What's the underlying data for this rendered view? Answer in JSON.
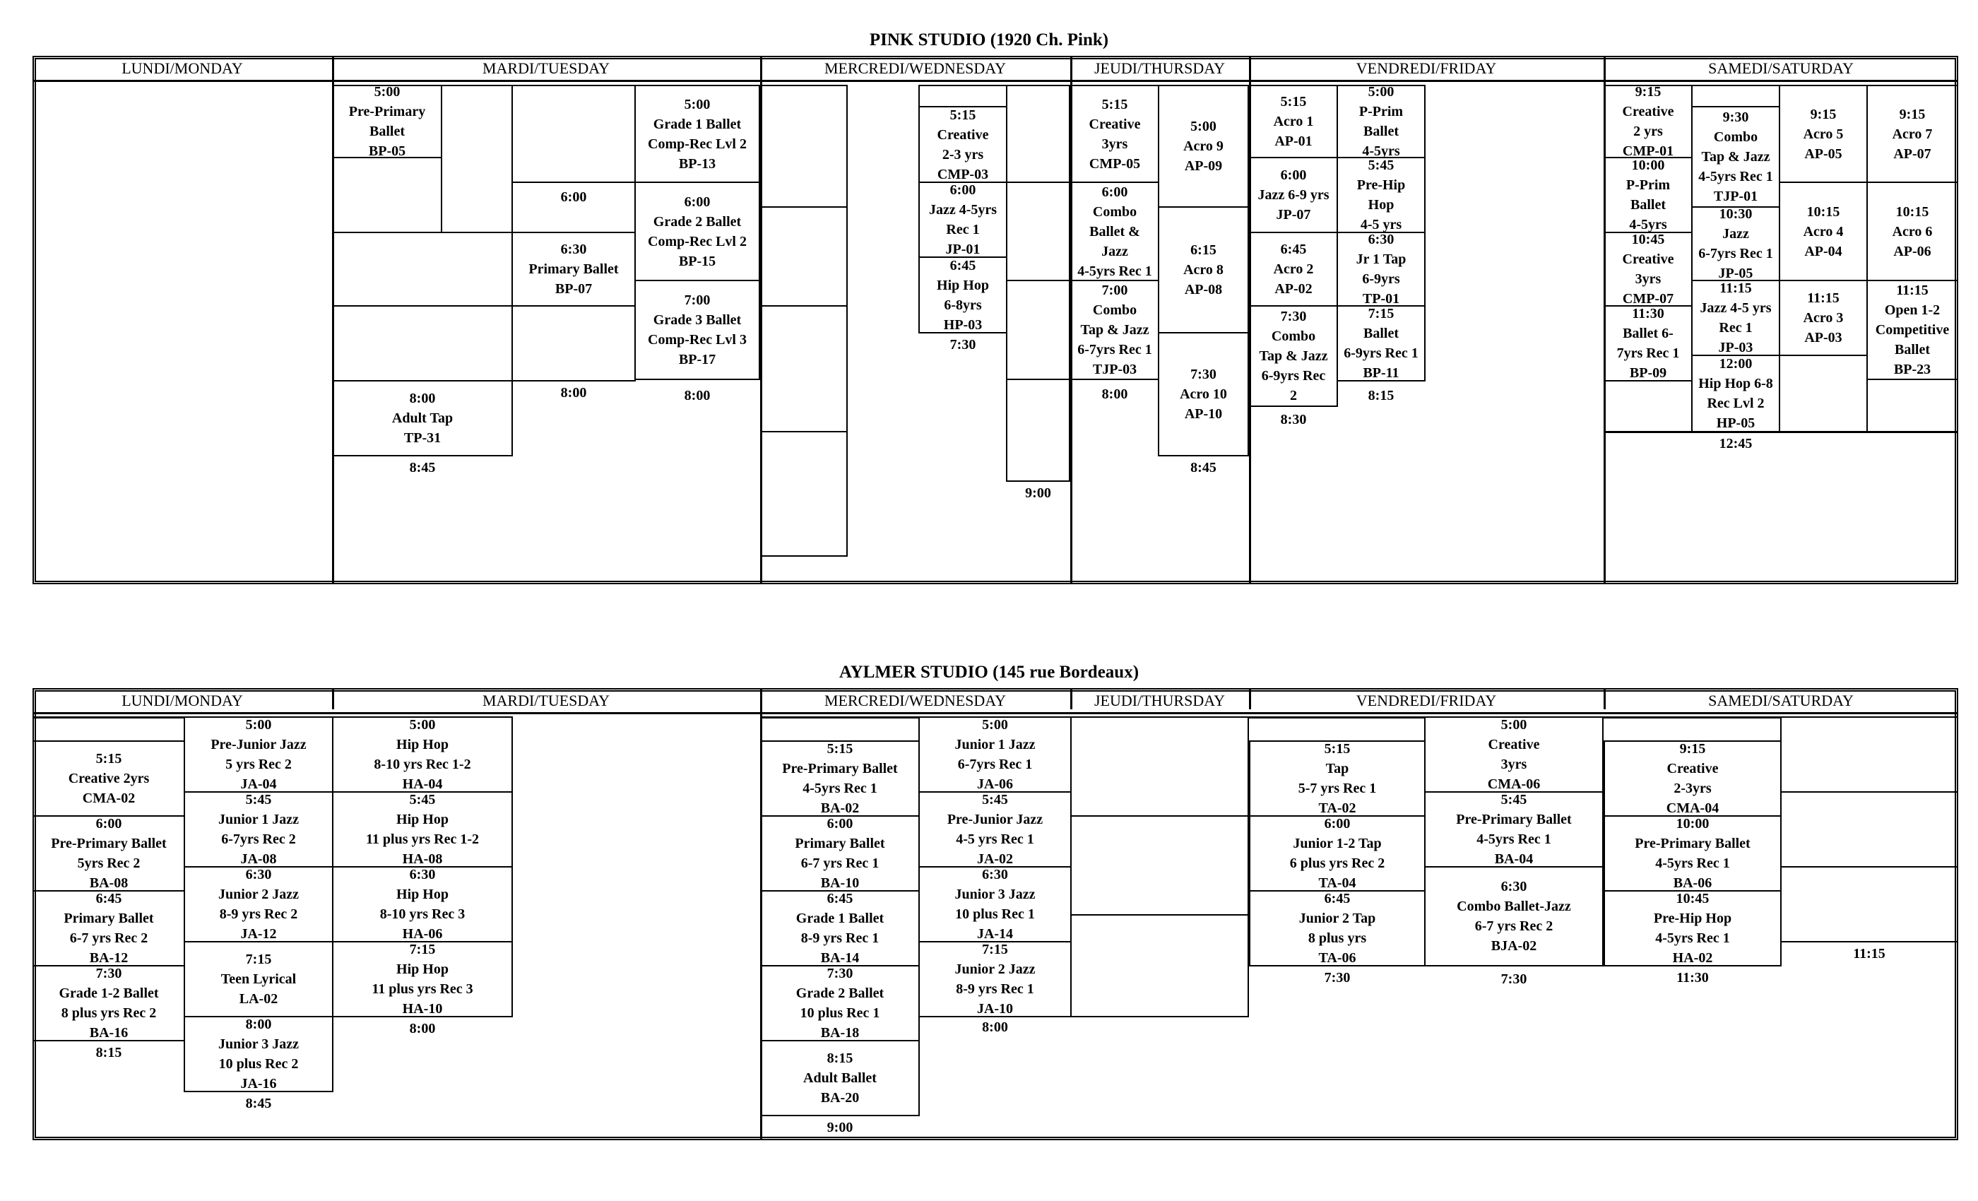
{
  "pink": {
    "title": "PINK STUDIO (1920 Ch. Pink)",
    "days": [
      "LUNDI/MONDAY",
      "MARDI/TUESDAY",
      "MERCREDI/WEDNESDAY",
      "JEUDI/THURSDAY",
      "VENDREDI/FRIDAY",
      "SAMEDI/SATURDAY"
    ],
    "classes": [
      {
        "lines": [
          "5:00",
          "Pre-Primary",
          "Ballet",
          "BP-05"
        ]
      },
      {
        "lines": []
      },
      {
        "lines": []
      },
      {
        "lines": [
          "5:00",
          "Grade 1 Ballet",
          "Comp-Rec Lvl 2",
          "BP-13"
        ]
      },
      {
        "lines": [
          "6:00"
        ]
      },
      {
        "lines": [
          "6:00",
          "Grade 2 Ballet",
          "Comp-Rec Lvl 2",
          "BP-15"
        ]
      },
      {
        "lines": []
      },
      {
        "lines": [
          "6:30",
          "Primary Ballet",
          "BP-07"
        ]
      },
      {
        "lines": [
          "7:00",
          "Grade 3 Ballet",
          "Comp-Rec Lvl 3",
          "BP-17"
        ]
      },
      {
        "lines": []
      },
      {
        "lines": []
      },
      {
        "lines": [
          "8:00",
          "Adult Tap",
          "TP-31"
        ]
      },
      {
        "lines": []
      },
      {
        "lines": []
      },
      {
        "lines": []
      },
      {
        "lines": []
      },
      {
        "lines": []
      },
      {
        "lines": []
      },
      {
        "lines": [
          "5:15",
          "Creative",
          "2-3 yrs",
          "CMP-03"
        ]
      },
      {
        "lines": [
          "6:00",
          "Jazz 4-5yrs",
          "Rec 1",
          "JP-01"
        ]
      },
      {
        "lines": [
          "6:45",
          "Hip Hop",
          "6-8yrs",
          "HP-03"
        ]
      },
      {
        "lines": []
      },
      {
        "lines": []
      },
      {
        "lines": []
      },
      {
        "lines": []
      },
      {
        "lines": [
          "5:15",
          "Creative",
          "3yrs",
          "CMP-05"
        ]
      },
      {
        "lines": [
          "6:00",
          "Combo",
          "Ballet  &",
          "Jazz",
          "4-5yrs Rec 1"
        ]
      },
      {
        "lines": [
          "7:00",
          "Combo",
          "Tap  & Jazz",
          "6-7yrs Rec 1",
          "TJP-03"
        ]
      },
      {
        "lines": [
          "5:00",
          "Acro 9",
          "AP-09"
        ]
      },
      {
        "lines": [
          "6:15",
          "Acro 8",
          "AP-08"
        ]
      },
      {
        "lines": [
          "7:30",
          "Acro 10",
          "AP-10"
        ]
      },
      {
        "lines": [
          "5:15",
          "Acro 1",
          "AP-01"
        ]
      },
      {
        "lines": [
          "6:00",
          "Jazz 6-9 yrs",
          "JP-07"
        ]
      },
      {
        "lines": [
          "6:45",
          "Acro 2",
          "AP-02"
        ]
      },
      {
        "lines": [
          "7:30",
          "Combo",
          "Tap & Jazz",
          "6-9yrs  Rec",
          "2"
        ]
      },
      {
        "lines": [
          "5:00",
          "P-Prim",
          "Ballet",
          "4-5yrs"
        ]
      },
      {
        "lines": [
          "5:45",
          "Pre-Hip",
          "Hop",
          "4-5 yrs"
        ]
      },
      {
        "lines": [
          "6:30",
          "Jr 1 Tap",
          "6-9yrs",
          "TP-01"
        ]
      },
      {
        "lines": [
          "7:15",
          "Ballet",
          "6-9yrs Rec 1",
          "BP-11"
        ]
      },
      {
        "lines": [
          "9:15",
          "Creative",
          "2 yrs",
          "CMP-01"
        ]
      },
      {
        "lines": [
          "10:00",
          "P-Prim",
          "Ballet",
          "4-5yrs"
        ]
      },
      {
        "lines": [
          "10:45",
          "Creative",
          "3yrs",
          "CMP-07"
        ]
      },
      {
        "lines": [
          "11:30",
          "Ballet 6-",
          "7yrs Rec 1",
          "BP-09"
        ]
      },
      {
        "lines": []
      },
      {
        "lines": []
      },
      {
        "lines": [
          "9:30",
          "Combo",
          "Tap & Jazz",
          "4-5yrs Rec 1",
          "TJP-01"
        ]
      },
      {
        "lines": [
          "10:30",
          "Jazz",
          "6-7yrs Rec 1",
          "JP-05"
        ]
      },
      {
        "lines": [
          "11:15",
          "Jazz 4-5 yrs",
          "Rec 1",
          "JP-03"
        ]
      },
      {
        "lines": [
          "12:00",
          "Hip Hop 6-8",
          "Rec Lvl 2",
          "HP-05"
        ]
      },
      {
        "lines": [
          "9:15",
          "Acro 5",
          "AP-05"
        ]
      },
      {
        "lines": [
          "10:15",
          "Acro 4",
          "AP-04"
        ]
      },
      {
        "lines": [
          "11:15",
          "Acro 3",
          "AP-03"
        ]
      },
      {
        "lines": [
          "9:15",
          "Acro 7",
          "AP-07"
        ]
      },
      {
        "lines": [
          "10:15",
          "Acro 6",
          "AP-06"
        ]
      },
      {
        "lines": [
          "11:15",
          "Open 1-2",
          "Competitive",
          "Ballet",
          "BP-23"
        ]
      },
      {
        "lines": []
      }
    ],
    "end_times": [
      "8:45",
      "8:00",
      "8:00",
      "7:30",
      "9:00",
      "8:00",
      "8:45",
      "8:30",
      "8:15",
      "12:45"
    ]
  },
  "aylmer": {
    "title": "AYLMER STUDIO (145 rue Bordeaux)",
    "days": [
      "LUNDI/MONDAY",
      "MARDI/TUESDAY",
      "MERCREDI/WEDNESDAY",
      "JEUDI/THURSDAY",
      "VENDREDI/FRIDAY",
      "SAMEDI/SATURDAY"
    ],
    "classes": [
      {
        "lines": [
          "5:15",
          "Creative      2yrs",
          "CMA-02"
        ]
      },
      {
        "lines": [
          "6:00",
          "Pre-Primary Ballet",
          "5yrs Rec 2",
          "BA-08"
        ]
      },
      {
        "lines": [
          "6:45",
          "Primary Ballet",
          "6-7 yrs Rec 2",
          "BA-12"
        ]
      },
      {
        "lines": [
          "7:30",
          "Grade 1-2 Ballet",
          "8 plus yrs Rec 2",
          "BA-16"
        ]
      },
      {
        "lines": [
          "5:00",
          "Pre-Junior Jazz",
          "5 yrs  Rec 2",
          "JA-04"
        ]
      },
      {
        "lines": [
          "5:45",
          "Junior 1 Jazz",
          "6-7yrs  Rec 2",
          "JA-08"
        ]
      },
      {
        "lines": [
          "6:30",
          "Junior 2 Jazz",
          "8-9 yrs Rec 2",
          "JA-12"
        ]
      },
      {
        "lines": [
          "7:15",
          "Teen Lyrical",
          "LA-02"
        ]
      },
      {
        "lines": [
          "8:00",
          "Junior 3 Jazz",
          "10 plus  Rec 2",
          "JA-16"
        ]
      },
      {
        "lines": [
          "5:00",
          "Hip Hop",
          "8-10 yrs Rec 1-2",
          "HA-04"
        ]
      },
      {
        "lines": [
          "5:45",
          "Hip Hop",
          "11 plus yrs Rec 1-2",
          "HA-08"
        ]
      },
      {
        "lines": [
          "6:30",
          "Hip Hop",
          "8-10 yrs Rec 3",
          "HA-06"
        ]
      },
      {
        "lines": [
          "7:15",
          "Hip Hop",
          "11 plus yrs Rec 3",
          "HA-10"
        ]
      },
      {
        "lines": [
          "5:15",
          "Pre-Primary Ballet",
          "4-5yrs Rec 1",
          "BA-02"
        ]
      },
      {
        "lines": [
          "6:00",
          "Primary Ballet",
          "6-7 yrs Rec 1",
          "BA-10"
        ]
      },
      {
        "lines": [
          "6:45",
          "Grade 1 Ballet",
          "8-9 yrs Rec 1",
          "BA-14"
        ]
      },
      {
        "lines": [
          "7:30",
          "Grade 2 Ballet",
          "10 plus Rec 1",
          "BA-18"
        ]
      },
      {
        "lines": [
          "8:15",
          "Adult Ballet",
          "BA-20"
        ]
      },
      {
        "lines": [
          "5:00",
          "Junior 1 Jazz",
          "6-7yrs Rec 1",
          "JA-06"
        ]
      },
      {
        "lines": [
          "5:45",
          "Pre-Junior Jazz",
          "4-5 yrs Rec 1",
          "JA-02"
        ]
      },
      {
        "lines": [
          "6:30",
          "Junior 3 Jazz",
          "10 plus Rec 1",
          "JA-14"
        ]
      },
      {
        "lines": [
          "7:15",
          "Junior 2 Jazz",
          "8-9 yrs Rec 1",
          "JA-10"
        ]
      },
      {
        "lines": []
      },
      {
        "lines": []
      },
      {
        "lines": []
      },
      {
        "lines": [
          "5:15",
          "Tap",
          "5-7 yrs Rec 1",
          "TA-02"
        ]
      },
      {
        "lines": [
          "6:00",
          "Junior 1-2 Tap",
          "6 plus yrs Rec 2",
          "TA-04"
        ]
      },
      {
        "lines": [
          "6:45",
          "Junior 2 Tap",
          "8 plus yrs",
          "TA-06"
        ]
      },
      {
        "lines": [
          "5:00",
          "Creative",
          "3yrs",
          "CMA-06"
        ]
      },
      {
        "lines": [
          "5:45",
          "Pre-Primary Ballet",
          "4-5yrs  Rec 1",
          "BA-04"
        ]
      },
      {
        "lines": [
          "6:30",
          "Combo  Ballet-Jazz",
          "6-7 yrs Rec 2",
          "BJA-02"
        ]
      },
      {
        "lines": [
          "9:15",
          "Creative",
          "2-3yrs",
          "CMA-04"
        ]
      },
      {
        "lines": [
          "10:00",
          "Pre-Primary Ballet",
          "4-5yrs Rec 1",
          "BA-06"
        ]
      },
      {
        "lines": [
          "10:45",
          "Pre-Hip Hop",
          "4-5yrs Rec 1",
          "HA-02"
        ]
      },
      {
        "lines": []
      },
      {
        "lines": []
      },
      {
        "lines": []
      }
    ],
    "end_times": [
      "8:15",
      "8:45",
      "8:00",
      "9:00",
      "8:00",
      "7:30",
      "7:30",
      "11:30",
      "11:15"
    ]
  }
}
